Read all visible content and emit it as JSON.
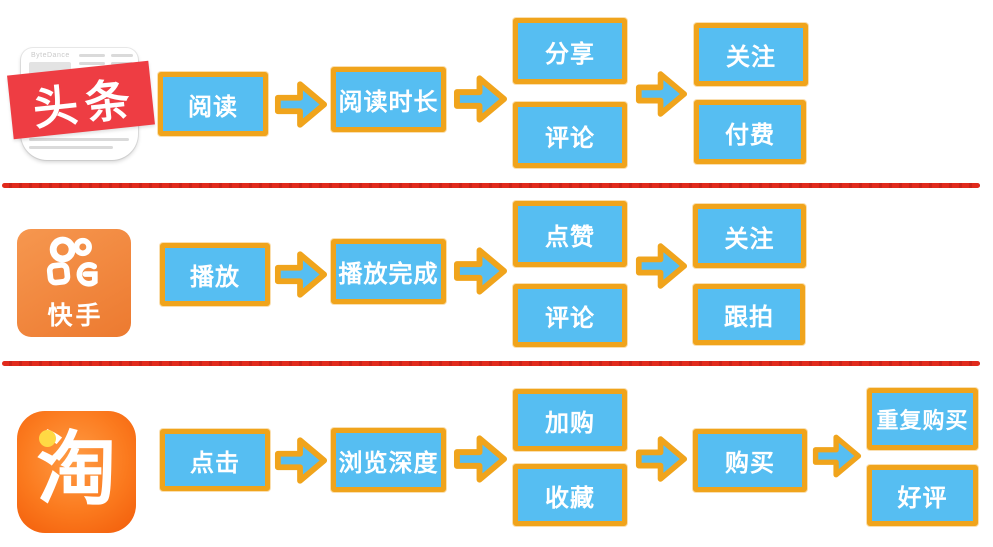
{
  "colors": {
    "box_fill": "#56BEF2",
    "box_border": "#F0A41C",
    "divider_red": "#E12A1C",
    "box_text": "#FFFFFF",
    "toutiao_red": "#EE3D43",
    "kuaishou_orange": "#F1873E",
    "taobao_orange_dark": "#F25C0A",
    "taobao_orange_light": "#FF9C45",
    "taobao_dot_yellow": "#FFD944"
  },
  "rows": [
    {
      "logo_banner": "头条",
      "logo_brand": "ByteDance",
      "stages": [
        {
          "label": "阅读"
        },
        {
          "label": "阅读时长"
        },
        {
          "labels": [
            "分享",
            "评论"
          ]
        },
        {
          "labels": [
            "关注",
            "付费"
          ]
        }
      ]
    },
    {
      "logo_text": "快手",
      "stages": [
        {
          "label": "播放"
        },
        {
          "label": "播放完成"
        },
        {
          "labels": [
            "点赞",
            "评论"
          ]
        },
        {
          "labels": [
            "关注",
            "跟拍"
          ]
        }
      ]
    },
    {
      "logo_text": "淘",
      "stages": [
        {
          "label": "点击"
        },
        {
          "label": "浏览深度"
        },
        {
          "labels": [
            "加购",
            "收藏"
          ]
        },
        {
          "label": "购买"
        },
        {
          "labels": [
            "重复购买",
            "好评"
          ]
        }
      ]
    }
  ]
}
